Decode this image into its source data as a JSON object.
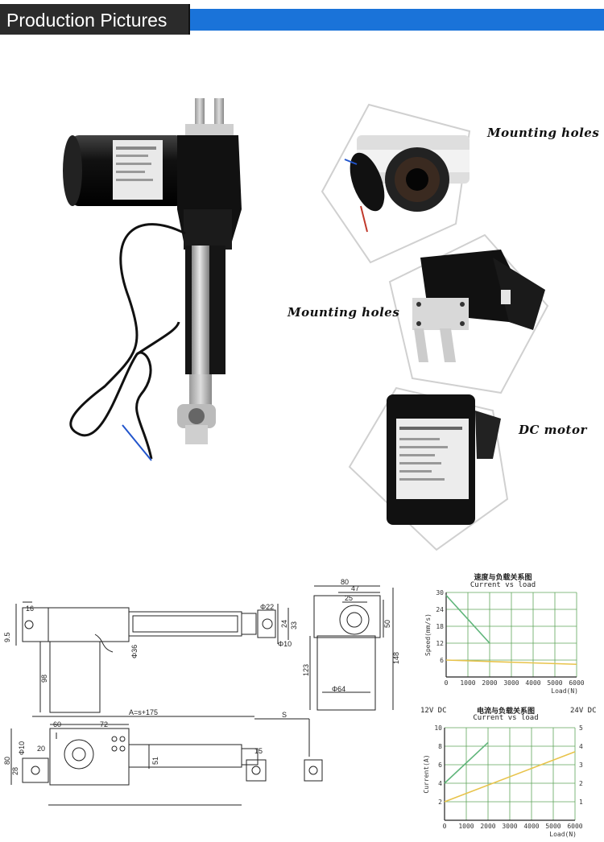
{
  "header": {
    "title": "Production Pictures"
  },
  "callouts": {
    "mounting_holes_top": "Mounting holes",
    "mounting_holes_mid": "Mounting holes",
    "dc_motor": "DC motor"
  },
  "colors": {
    "header_blue": "#1a73d9",
    "header_tab": "#2b2b2b",
    "grid_green": "#5fa55a",
    "series_green": "#5fb57a",
    "series_yellow": "#e8c34a"
  },
  "drawing": {
    "dims": [
      "16",
      "9.5",
      "98",
      "Φ36",
      "Φ22",
      "24",
      "33",
      "Φ10",
      "80",
      "47",
      "25",
      "50",
      "123",
      "148",
      "Φ64",
      "A=s+175",
      "S",
      "60",
      "72",
      "20",
      "Φ10",
      "80",
      "28",
      "51",
      "15"
    ]
  },
  "chart_data": [
    {
      "type": "line",
      "title": "速度与负载关系图",
      "subtitle": "Current vs load",
      "xlabel": "Load(N)",
      "ylabel": "Speed(mm/s)",
      "x_ticks": [
        "0",
        "1000",
        "2000",
        "3000",
        "4000",
        "5000",
        "6000"
      ],
      "y_ticks": [
        "6",
        "12",
        "18",
        "24",
        "30"
      ],
      "xlim": [
        0,
        6000
      ],
      "ylim": [
        0,
        30
      ],
      "grid": true,
      "series": [
        {
          "color": "#5fb57a",
          "x": [
            0,
            2000
          ],
          "y": [
            29,
            12
          ]
        },
        {
          "color": "#e8c34a",
          "x": [
            0,
            6000
          ],
          "y": [
            6,
            4.5
          ]
        }
      ]
    },
    {
      "type": "line",
      "title": "电流与负载关系图",
      "subtitle": "Current vs load",
      "left_note": "12V DC",
      "right_note": "24V DC",
      "xlabel": "Load(N)",
      "ylabel": "Current(A)",
      "x_ticks": [
        "0",
        "1000",
        "2000",
        "3000",
        "4000",
        "5000",
        "6000"
      ],
      "y_ticks_left": [
        "2",
        "4",
        "6",
        "8",
        "10"
      ],
      "y_ticks_right": [
        "1",
        "2",
        "3",
        "4",
        "5"
      ],
      "xlim": [
        0,
        6000
      ],
      "ylim": [
        0,
        10
      ],
      "grid": true,
      "series": [
        {
          "color": "#5fb57a",
          "x": [
            0,
            2000
          ],
          "y": [
            4,
            8.4
          ]
        },
        {
          "color": "#e8c34a",
          "x": [
            0,
            6000
          ],
          "y": [
            2,
            7.4
          ]
        }
      ]
    }
  ]
}
